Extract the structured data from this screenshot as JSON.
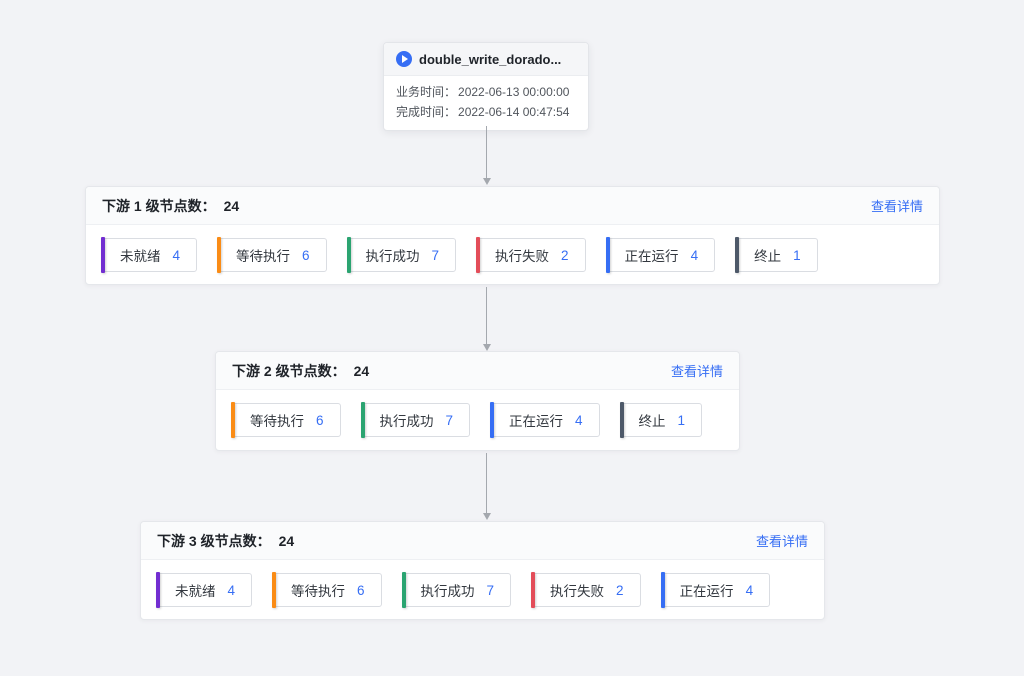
{
  "root_node": {
    "icon": "play-icon",
    "title": "double_write_dorado...",
    "fields": [
      {
        "label": "业务时间：",
        "value": "2022-06-13 00:00:00"
      },
      {
        "label": "完成时间：",
        "value": "2022-06-14 00:47:54"
      }
    ]
  },
  "colors": {
    "not_ready": "#722ed1",
    "waiting": "#fa8c16",
    "success": "#2ba471",
    "failed": "#e34d59",
    "running": "#366ef4",
    "terminated": "#4e5969",
    "accent_blue": "#366ef4"
  },
  "panels": [
    {
      "title": "下游 1 级节点数：",
      "count": "24",
      "detail_link": "查看详情",
      "badges": [
        {
          "label": "未就绪",
          "count": "4",
          "color": "#722ed1"
        },
        {
          "label": "等待执行",
          "count": "6",
          "color": "#fa8c16"
        },
        {
          "label": "执行成功",
          "count": "7",
          "color": "#2ba471"
        },
        {
          "label": "执行失败",
          "count": "2",
          "color": "#e34d59"
        },
        {
          "label": "正在运行",
          "count": "4",
          "color": "#366ef4"
        },
        {
          "label": "终止",
          "count": "1",
          "color": "#4e5969"
        }
      ]
    },
    {
      "title": "下游 2 级节点数：",
      "count": "24",
      "detail_link": "查看详情",
      "badges": [
        {
          "label": "等待执行",
          "count": "6",
          "color": "#fa8c16"
        },
        {
          "label": "执行成功",
          "count": "7",
          "color": "#2ba471"
        },
        {
          "label": "正在运行",
          "count": "4",
          "color": "#366ef4"
        },
        {
          "label": "终止",
          "count": "1",
          "color": "#4e5969"
        }
      ]
    },
    {
      "title": "下游 3 级节点数：",
      "count": "24",
      "detail_link": "查看详情",
      "badges": [
        {
          "label": "未就绪",
          "count": "4",
          "color": "#722ed1"
        },
        {
          "label": "等待执行",
          "count": "6",
          "color": "#fa8c16"
        },
        {
          "label": "执行成功",
          "count": "7",
          "color": "#2ba471"
        },
        {
          "label": "执行失败",
          "count": "2",
          "color": "#e34d59"
        },
        {
          "label": "正在运行",
          "count": "4",
          "color": "#366ef4"
        }
      ]
    }
  ]
}
